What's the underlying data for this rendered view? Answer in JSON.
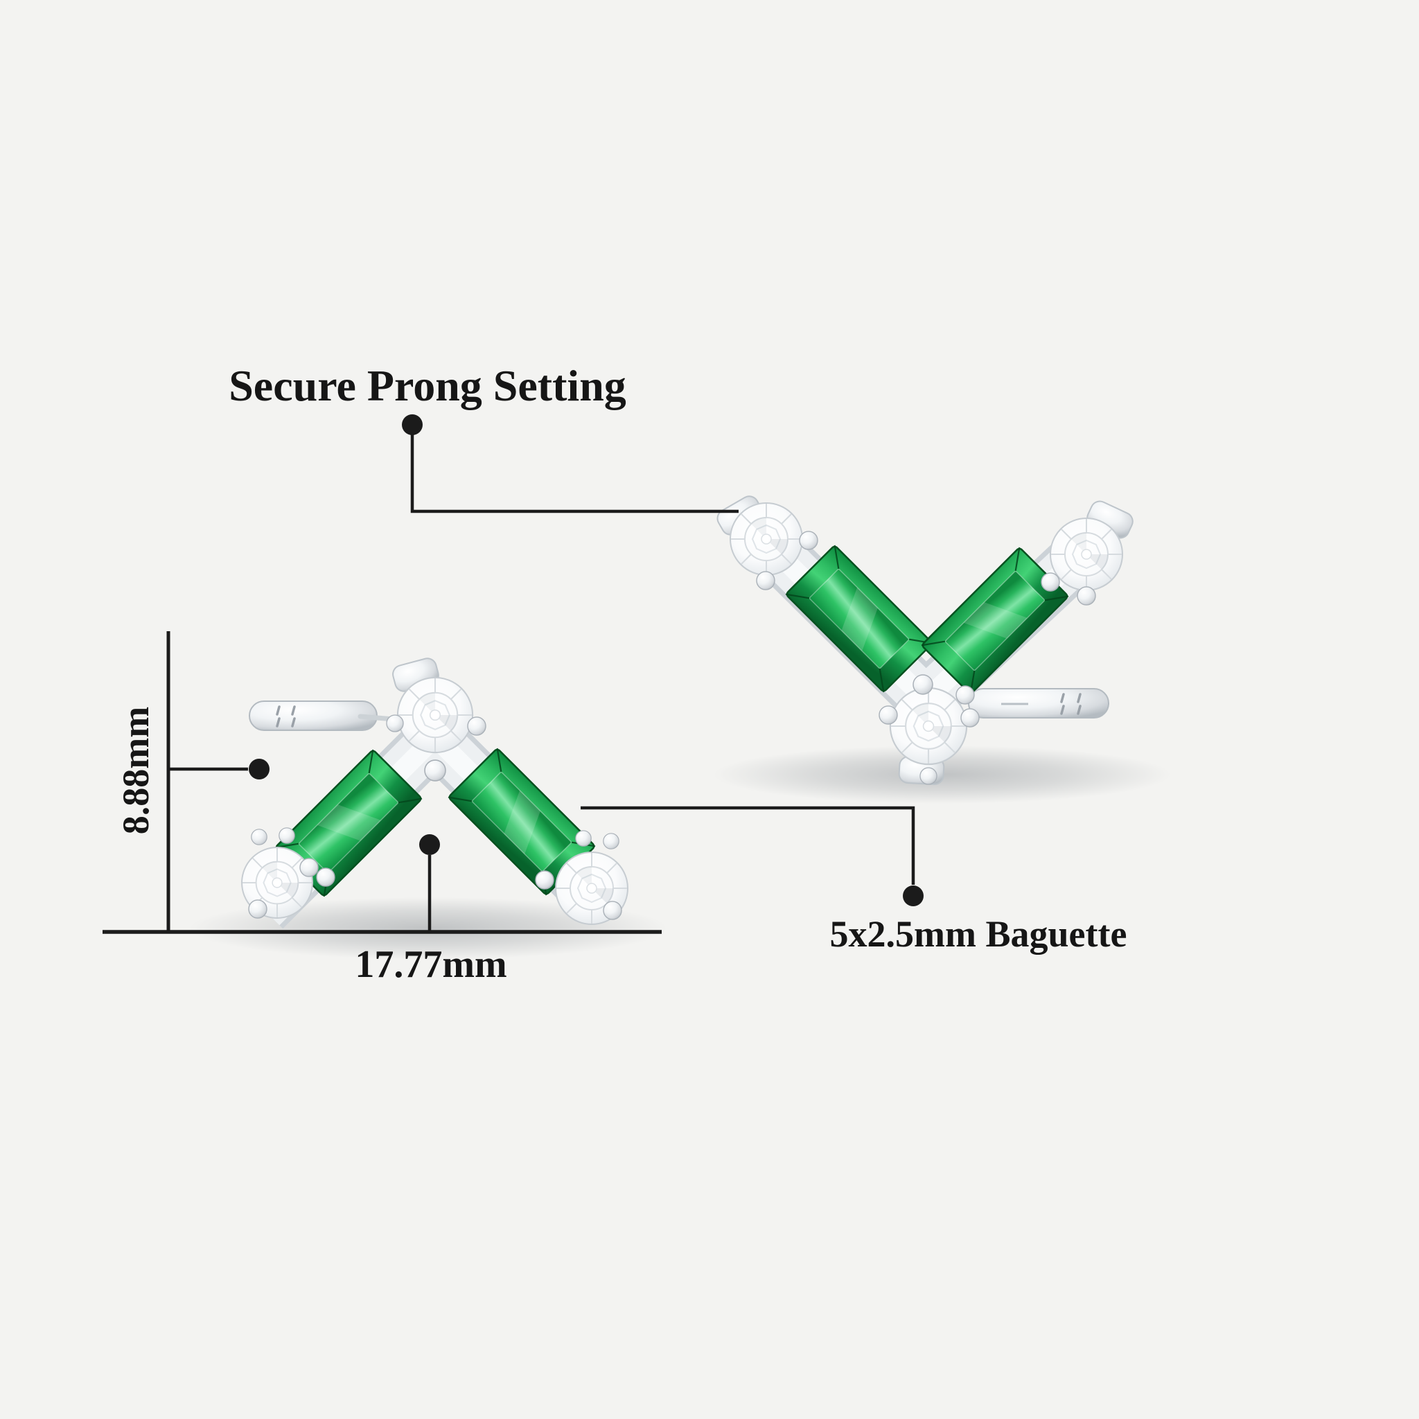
{
  "scene": {
    "background_color": "#f3f3f1",
    "annotation_color": "#1b1b1b",
    "text_color": "#161616",
    "emerald_color": "#169447",
    "metal_color": "#eef1f3",
    "diamond_color": "#ffffff"
  },
  "labels": {
    "prong_setting": "Secure Prong Setting",
    "height": "8.88mm",
    "width": "17.77mm",
    "baguette_size": "5x2.5mm Baguette"
  }
}
